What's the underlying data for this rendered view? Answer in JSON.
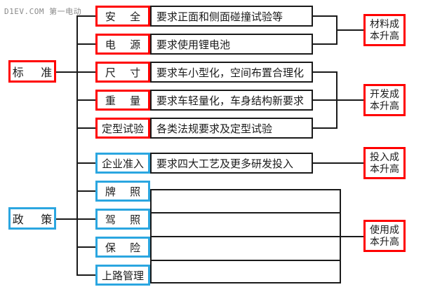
{
  "watermark": "D1EV.COM 第一电动",
  "colors": {
    "red": "#ff0000",
    "blue": "#2ba6e0",
    "black": "#1a1a1a",
    "background": "#ffffff"
  },
  "categories": [
    {
      "id": "standard",
      "label": "标 准",
      "color": "#ff0000"
    },
    {
      "id": "policy",
      "label": "政 策",
      "color": "#2ba6e0"
    }
  ],
  "rows": [
    {
      "id": "safety",
      "label": "安 全",
      "desc": "要求正面和侧面碰撞试验等",
      "color": "#ff0000",
      "group": "standard"
    },
    {
      "id": "power",
      "label": "电 源",
      "desc": "要求使用锂电池",
      "color": "#ff0000",
      "group": "standard"
    },
    {
      "id": "size",
      "label": "尺 寸",
      "desc": "要求车小型化，空间布置合理化",
      "color": "#ff0000",
      "group": "standard"
    },
    {
      "id": "weight",
      "label": "重 量",
      "desc": "要求车轻量化，车身结构新要求",
      "color": "#ff0000",
      "group": "standard"
    },
    {
      "id": "type-test",
      "label": "定型试验",
      "desc": "各类法规要求及定型试验",
      "color": "#ff0000",
      "group": "standard"
    },
    {
      "id": "entry",
      "label": "企业准入",
      "desc": "要求四大工艺及更多研发投入",
      "color": "#2ba6e0",
      "group": "policy"
    },
    {
      "id": "plate",
      "label": "牌 照",
      "desc": "",
      "color": "#2ba6e0",
      "group": "policy"
    },
    {
      "id": "license",
      "label": "驾 照",
      "desc": "",
      "color": "#2ba6e0",
      "group": "policy"
    },
    {
      "id": "insurance",
      "label": "保 险",
      "desc": "",
      "color": "#2ba6e0",
      "group": "policy"
    },
    {
      "id": "road-admin",
      "label": "上路管理",
      "desc": "",
      "color": "#2ba6e0",
      "group": "policy"
    }
  ],
  "outcomes": [
    {
      "id": "material-cost",
      "line1": "材料成",
      "line2": "本升高",
      "text": "材料成本升高",
      "color": "#ff0000",
      "from": [
        "safety",
        "power"
      ]
    },
    {
      "id": "dev-cost",
      "line1": "开发成",
      "line2": "本升高",
      "text": "开发成本升高",
      "color": "#ff0000",
      "from": [
        "size",
        "weight",
        "type-test"
      ]
    },
    {
      "id": "input-cost",
      "line1": "投入成",
      "line2": "本升高",
      "text": "投入成本升高",
      "color": "#ff0000",
      "from": [
        "entry"
      ]
    },
    {
      "id": "usage-cost",
      "line1": "使用成",
      "line2": "本升高",
      "text": "使用成本升高",
      "color": "#ff0000",
      "from": [
        "plate",
        "license",
        "insurance",
        "road-admin"
      ]
    }
  ]
}
